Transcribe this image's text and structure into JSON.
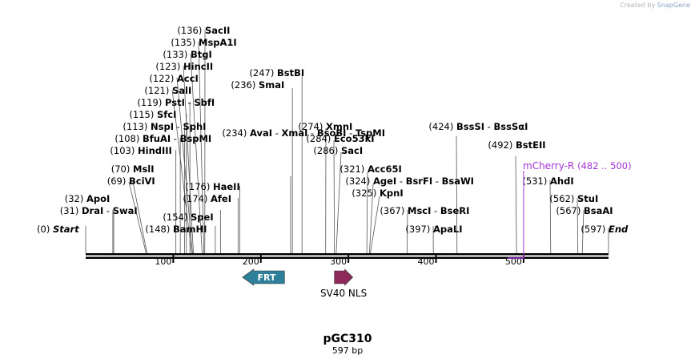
{
  "credit": {
    "prefix": "Created by",
    "brand": "SnapGene"
  },
  "plasmid": {
    "name": "pGC310",
    "length_label": "597 bp",
    "length": 597
  },
  "axis": {
    "ticks": [
      "100",
      "200",
      "300",
      "400",
      "500"
    ]
  },
  "features": [
    {
      "name": "FRT",
      "start": 179,
      "end": 227,
      "direction": "left",
      "color": "#2d7f9a",
      "label_inside": true
    },
    {
      "name": "SV40 NLS",
      "start": 284,
      "end": 305,
      "direction": "right",
      "color": "#8d2a5a",
      "label_inside": false
    }
  ],
  "primer": {
    "name": "mCherry-R",
    "range": "(482 .. 500)",
    "start": 482,
    "end": 500,
    "color": "#a633d6"
  },
  "sites": [
    {
      "pos": "(136)",
      "names": [
        "SacII"
      ],
      "site": 136
    },
    {
      "pos": "(135)",
      "names": [
        "MspA1I"
      ],
      "site": 135
    },
    {
      "pos": "(133)",
      "names": [
        "BtgI"
      ],
      "site": 133
    },
    {
      "pos": "(123)",
      "names": [
        "HincII"
      ],
      "site": 123
    },
    {
      "pos": "(122)",
      "names": [
        "AccI"
      ],
      "site": 122
    },
    {
      "pos": "(121)",
      "names": [
        "SalI"
      ],
      "site": 121
    },
    {
      "pos": "(119)",
      "names": [
        "PstI",
        "SbfI"
      ],
      "site": 119
    },
    {
      "pos": "(115)",
      "names": [
        "SfcI"
      ],
      "site": 115
    },
    {
      "pos": "(113)",
      "names": [
        "NspI",
        "SphI"
      ],
      "site": 113
    },
    {
      "pos": "(108)",
      "names": [
        "BfuAI",
        "BspMI"
      ],
      "site": 108
    },
    {
      "pos": "(103)",
      "names": [
        "HindIII"
      ],
      "site": 103
    },
    {
      "pos": "(70)",
      "names": [
        "MslI"
      ],
      "site": 70
    },
    {
      "pos": "(69)",
      "names": [
        "BciVI"
      ],
      "site": 69
    },
    {
      "pos": "(32)",
      "names": [
        "ApoI"
      ],
      "site": 32
    },
    {
      "pos": "(31)",
      "names": [
        "DraI",
        "SwaI"
      ],
      "site": 31
    },
    {
      "pos": "(0)",
      "names": [
        "Start"
      ],
      "site": 0,
      "italic": true
    },
    {
      "pos": "(176)",
      "names": [
        "HaeII"
      ],
      "site": 176
    },
    {
      "pos": "(174)",
      "names": [
        "AfeI"
      ],
      "site": 174
    },
    {
      "pos": "(154)",
      "names": [
        "SpeI"
      ],
      "site": 154
    },
    {
      "pos": "(148)",
      "names": [
        "BamHI"
      ],
      "site": 148
    },
    {
      "pos": "(247)",
      "names": [
        "BstBI"
      ],
      "site": 247
    },
    {
      "pos": "(236)",
      "names": [
        "SmaI"
      ],
      "site": 236
    },
    {
      "pos": "(234)",
      "names": [
        "AvaI",
        "XmaI",
        "BsoBI",
        "TspMI"
      ],
      "site": 234
    },
    {
      "pos": "(274)",
      "names": [
        "XmnI"
      ],
      "site": 274
    },
    {
      "pos": "(284)",
      "names": [
        "Eco53kI"
      ],
      "site": 284
    },
    {
      "pos": "(286)",
      "names": [
        "SacI"
      ],
      "site": 286
    },
    {
      "pos": "(321)",
      "names": [
        "Acc65I"
      ],
      "site": 321
    },
    {
      "pos": "(324)",
      "names": [
        "AgeI",
        "BsrFI",
        "BsaWI"
      ],
      "site": 324
    },
    {
      "pos": "(325)",
      "names": [
        "KpnI"
      ],
      "site": 325
    },
    {
      "pos": "(367)",
      "names": [
        "MscI",
        "BseRI"
      ],
      "site": 367
    },
    {
      "pos": "(397)",
      "names": [
        "ApaLI"
      ],
      "site": 397
    },
    {
      "pos": "(424)",
      "names": [
        "BssSI",
        "BssSαI"
      ],
      "site": 424
    },
    {
      "pos": "(492)",
      "names": [
        "BstEII"
      ],
      "site": 492
    },
    {
      "pos": "(531)",
      "names": [
        "AhdI"
      ],
      "site": 531
    },
    {
      "pos": "(562)",
      "names": [
        "StuI"
      ],
      "site": 562
    },
    {
      "pos": "(567)",
      "names": [
        "BsaAI"
      ],
      "site": 567
    },
    {
      "pos": "(597)",
      "names": [
        "End"
      ],
      "site": 597,
      "italic": true
    }
  ]
}
